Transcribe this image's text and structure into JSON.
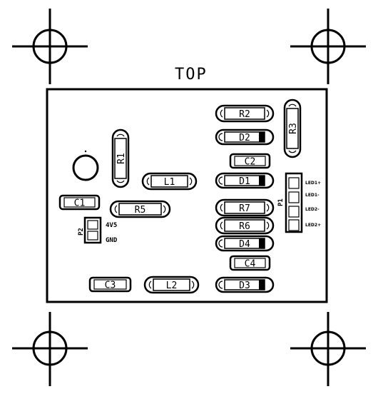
{
  "board": {
    "side_label": "TOP"
  },
  "components": {
    "R1": "R1",
    "R2": "R2",
    "R3": "R3",
    "R5": "R5",
    "R6": "R6",
    "R7": "R7",
    "D1": "D1",
    "D2": "D2",
    "D3": "D3",
    "D4": "D4",
    "C1": "C1",
    "C2": "C2",
    "C3": "C3",
    "C4": "C4",
    "L1": "L1",
    "L2": "L2",
    "P1": "P1",
    "P2": "P2"
  },
  "connector_p1_pins": [
    "LED1+",
    "LED1-",
    "LED2-",
    "LED2+"
  ],
  "connector_p2_pins": [
    "4V5",
    "GND"
  ]
}
